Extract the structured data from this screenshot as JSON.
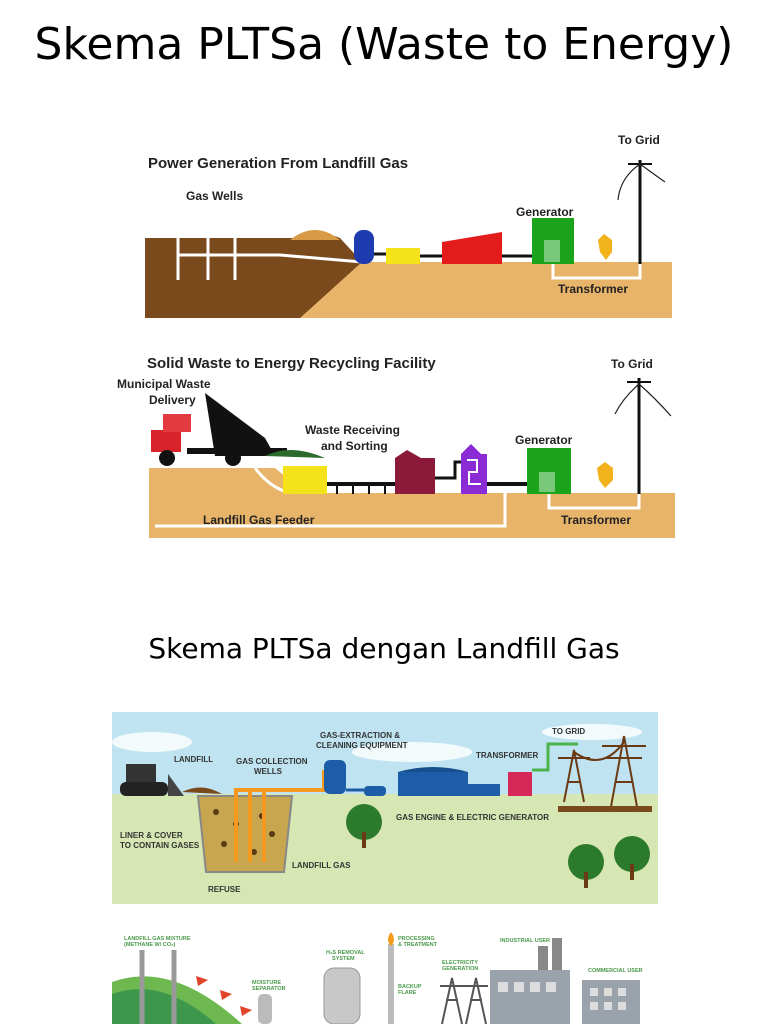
{
  "page": {
    "title": "Skema PLTSa (Waste to Energy)",
    "subtitle": "Skema PLTSa dengan Landfill Gas"
  },
  "diagram1": {
    "heading": "Power Generation From Landfill Gas",
    "labels": {
      "gas_wells": "Gas Wells",
      "generator": "Generator",
      "to_grid": "To Grid",
      "transformer": "Transformer"
    }
  },
  "diagram2": {
    "heading": "Solid Waste to Energy Recycling Facility",
    "labels": {
      "municipal_1": "Municipal Waste",
      "municipal_2": "Delivery",
      "receiving_1": "Waste Receiving",
      "receiving_2": "and Sorting",
      "generator": "Generator",
      "to_grid": "To Grid",
      "feeder": "Landfill Gas Feeder",
      "transformer": "Transformer"
    }
  },
  "diagram3": {
    "labels": {
      "landfill": "LANDFILL",
      "gcw_1": "GAS COLLECTION",
      "gcw_2": "WELLS",
      "gex_1": "GAS-EXTRACTION &",
      "gex_2": "CLEANING EQUIPMENT",
      "transformer": "TRANSFORMER",
      "to_grid": "TO GRID",
      "liner_1": "LINER & COVER",
      "liner_2": "TO CONTAIN GASES",
      "engine": "GAS ENGINE & ELECTRIC GENERATOR",
      "landfill_gas": "LANDFILL GAS",
      "refuse": "REFUSE"
    }
  },
  "diagram4": {
    "labels": {
      "mixture_1": "LANDFILL GAS MIXTURE",
      "mixture_2": "(METHANE W/ CO₂)",
      "h2s_1": "H₂S REMOVAL",
      "h2s_2": "SYSTEM",
      "proc_1": "PROCESSING",
      "proc_2": "& TREATMENT",
      "industrial": "INDUSTRIAL USER",
      "elec_1": "ELECTRICITY",
      "elec_2": "GENERATION",
      "commercial": "COMMERCIAL USER",
      "moist_1": "MOISTURE",
      "moist_2": "SEPARATOR",
      "backup_1": "BACKUP",
      "backup_2": "FLARE"
    }
  },
  "colors": {
    "soil": "#e8b46a",
    "dark_soil": "#7a4a1c",
    "generator": "#1ca31c",
    "transformer": "#f2b21b",
    "red_block": "#e31b1b",
    "yellow_block": "#f4e21b",
    "blue_tank": "#1f3bb0",
    "maroon_block": "#8b1a3a",
    "purple_block": "#8a2bd6",
    "sky": "#bfe3f0",
    "grass": "#d7e7b3",
    "pipe_orange": "#f39a1e",
    "building_blue": "#1d5ca6",
    "transformer_pink": "#d7285a"
  }
}
